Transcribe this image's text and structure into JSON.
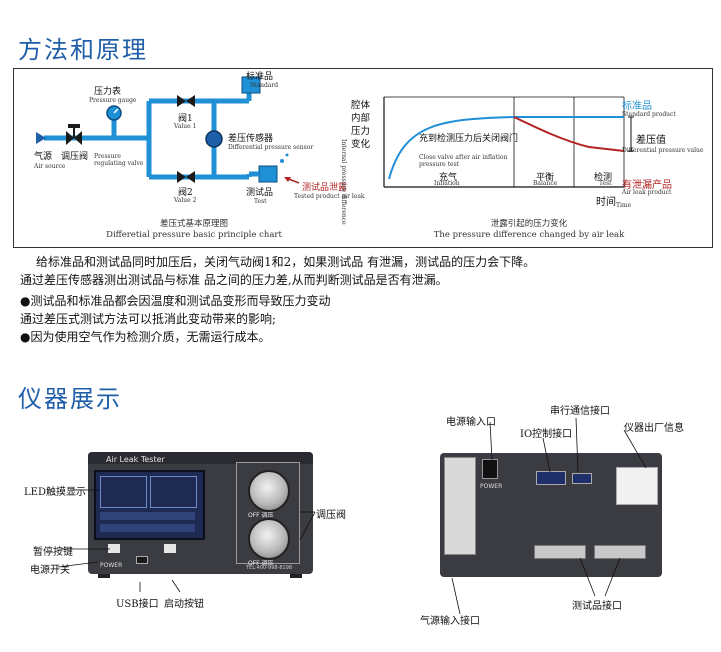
{
  "section1": {
    "title": "方法和原理",
    "diagram_left": {
      "pressure_gauge": "压力表",
      "pressure_gauge_en": "Pressure gauge",
      "air_source": "气源",
      "air_source_en": "Air source",
      "regulating_valve": "调压阀",
      "regulating_valve_en": "Pressure regulating valve",
      "valve1": "阀1",
      "valve1_en": "Value 1",
      "valve2": "阀2",
      "valve2_en": "Value 2",
      "standard": "标准品",
      "standard_en": "Standard",
      "dp_sensor": "差压传感器",
      "dp_sensor_en": "Differential pressure sensor",
      "test": "测试品",
      "test_en": "Test",
      "leak": "测试品泄露",
      "leak_en": "Tested product air leak",
      "caption_cn": "差压式基本原理图",
      "caption_en": "Differetial pressure basic principle chart"
    },
    "diagram_right": {
      "ylabel_cn": "腔体内部压力变化",
      "ylabel_en": "Internal pressure difference",
      "annotation_cn": "充到检测压力后关闭阀门",
      "annotation_en": "Close valve after air inflation pressure test",
      "phase_inflation": "充气",
      "phase_inflation_en": "Inflation",
      "phase_balance": "平衡",
      "phase_balance_en": "Balance",
      "phase_test": "检测",
      "phase_test_en": "Test",
      "standard": "标准品",
      "standard_en": "Standard product",
      "diff_value": "差压值",
      "diff_value_en": "Differential pressure value",
      "leak_product": "有泄漏产品",
      "leak_product_en": "Air leak product",
      "time_cn": "时间",
      "time_en": "Time",
      "caption_cn": "泄露引起的压力变化",
      "caption_en": "The pressure difference changed by air leak"
    },
    "paragraph1": "给标准品和测试品同时加压后，关闭气动阀1和2，如果测试品  有泄漏，测试品的压力会下降。",
    "paragraph2": "通过差压传感器测出测试品与标准 品之间的压力差,从而判断测试品是否有泄漏。",
    "bullet1": "●测试品和标准品都会因温度和测试品变形而导致压力变动",
    "bullet1_cont": "通过差压式测试方法可以抵消此变动带来的影响;",
    "bullet2": "●因为使用空气作为检测介质，无需运行成本。"
  },
  "section2": {
    "title": "仪器展示",
    "front": {
      "device_label": "Air Leak Tester",
      "led_screen": "LED触摸显示",
      "pause_button": "暂停按键",
      "power_switch": "电源开关",
      "usb_port": "USB接口",
      "start_button": "启动按钮",
      "regulator": "调压阀",
      "power_text": "POWER",
      "knob1_text": "OFF 调压",
      "knob2_text": "OFF 调压",
      "model_text": "TEL:400-998-8198"
    },
    "back": {
      "power_input": "电源输入口",
      "serial_port": "串行通信接口",
      "io_port": "IO控制接口",
      "factory_info": "仪器出厂信息",
      "air_input": "气源输入接口",
      "test_port": "测试品接口",
      "power_text": "POWER"
    }
  },
  "colors": {
    "accent": "#1f5ea8",
    "pipe": "#1f8fd6",
    "leak": "#b22222"
  }
}
